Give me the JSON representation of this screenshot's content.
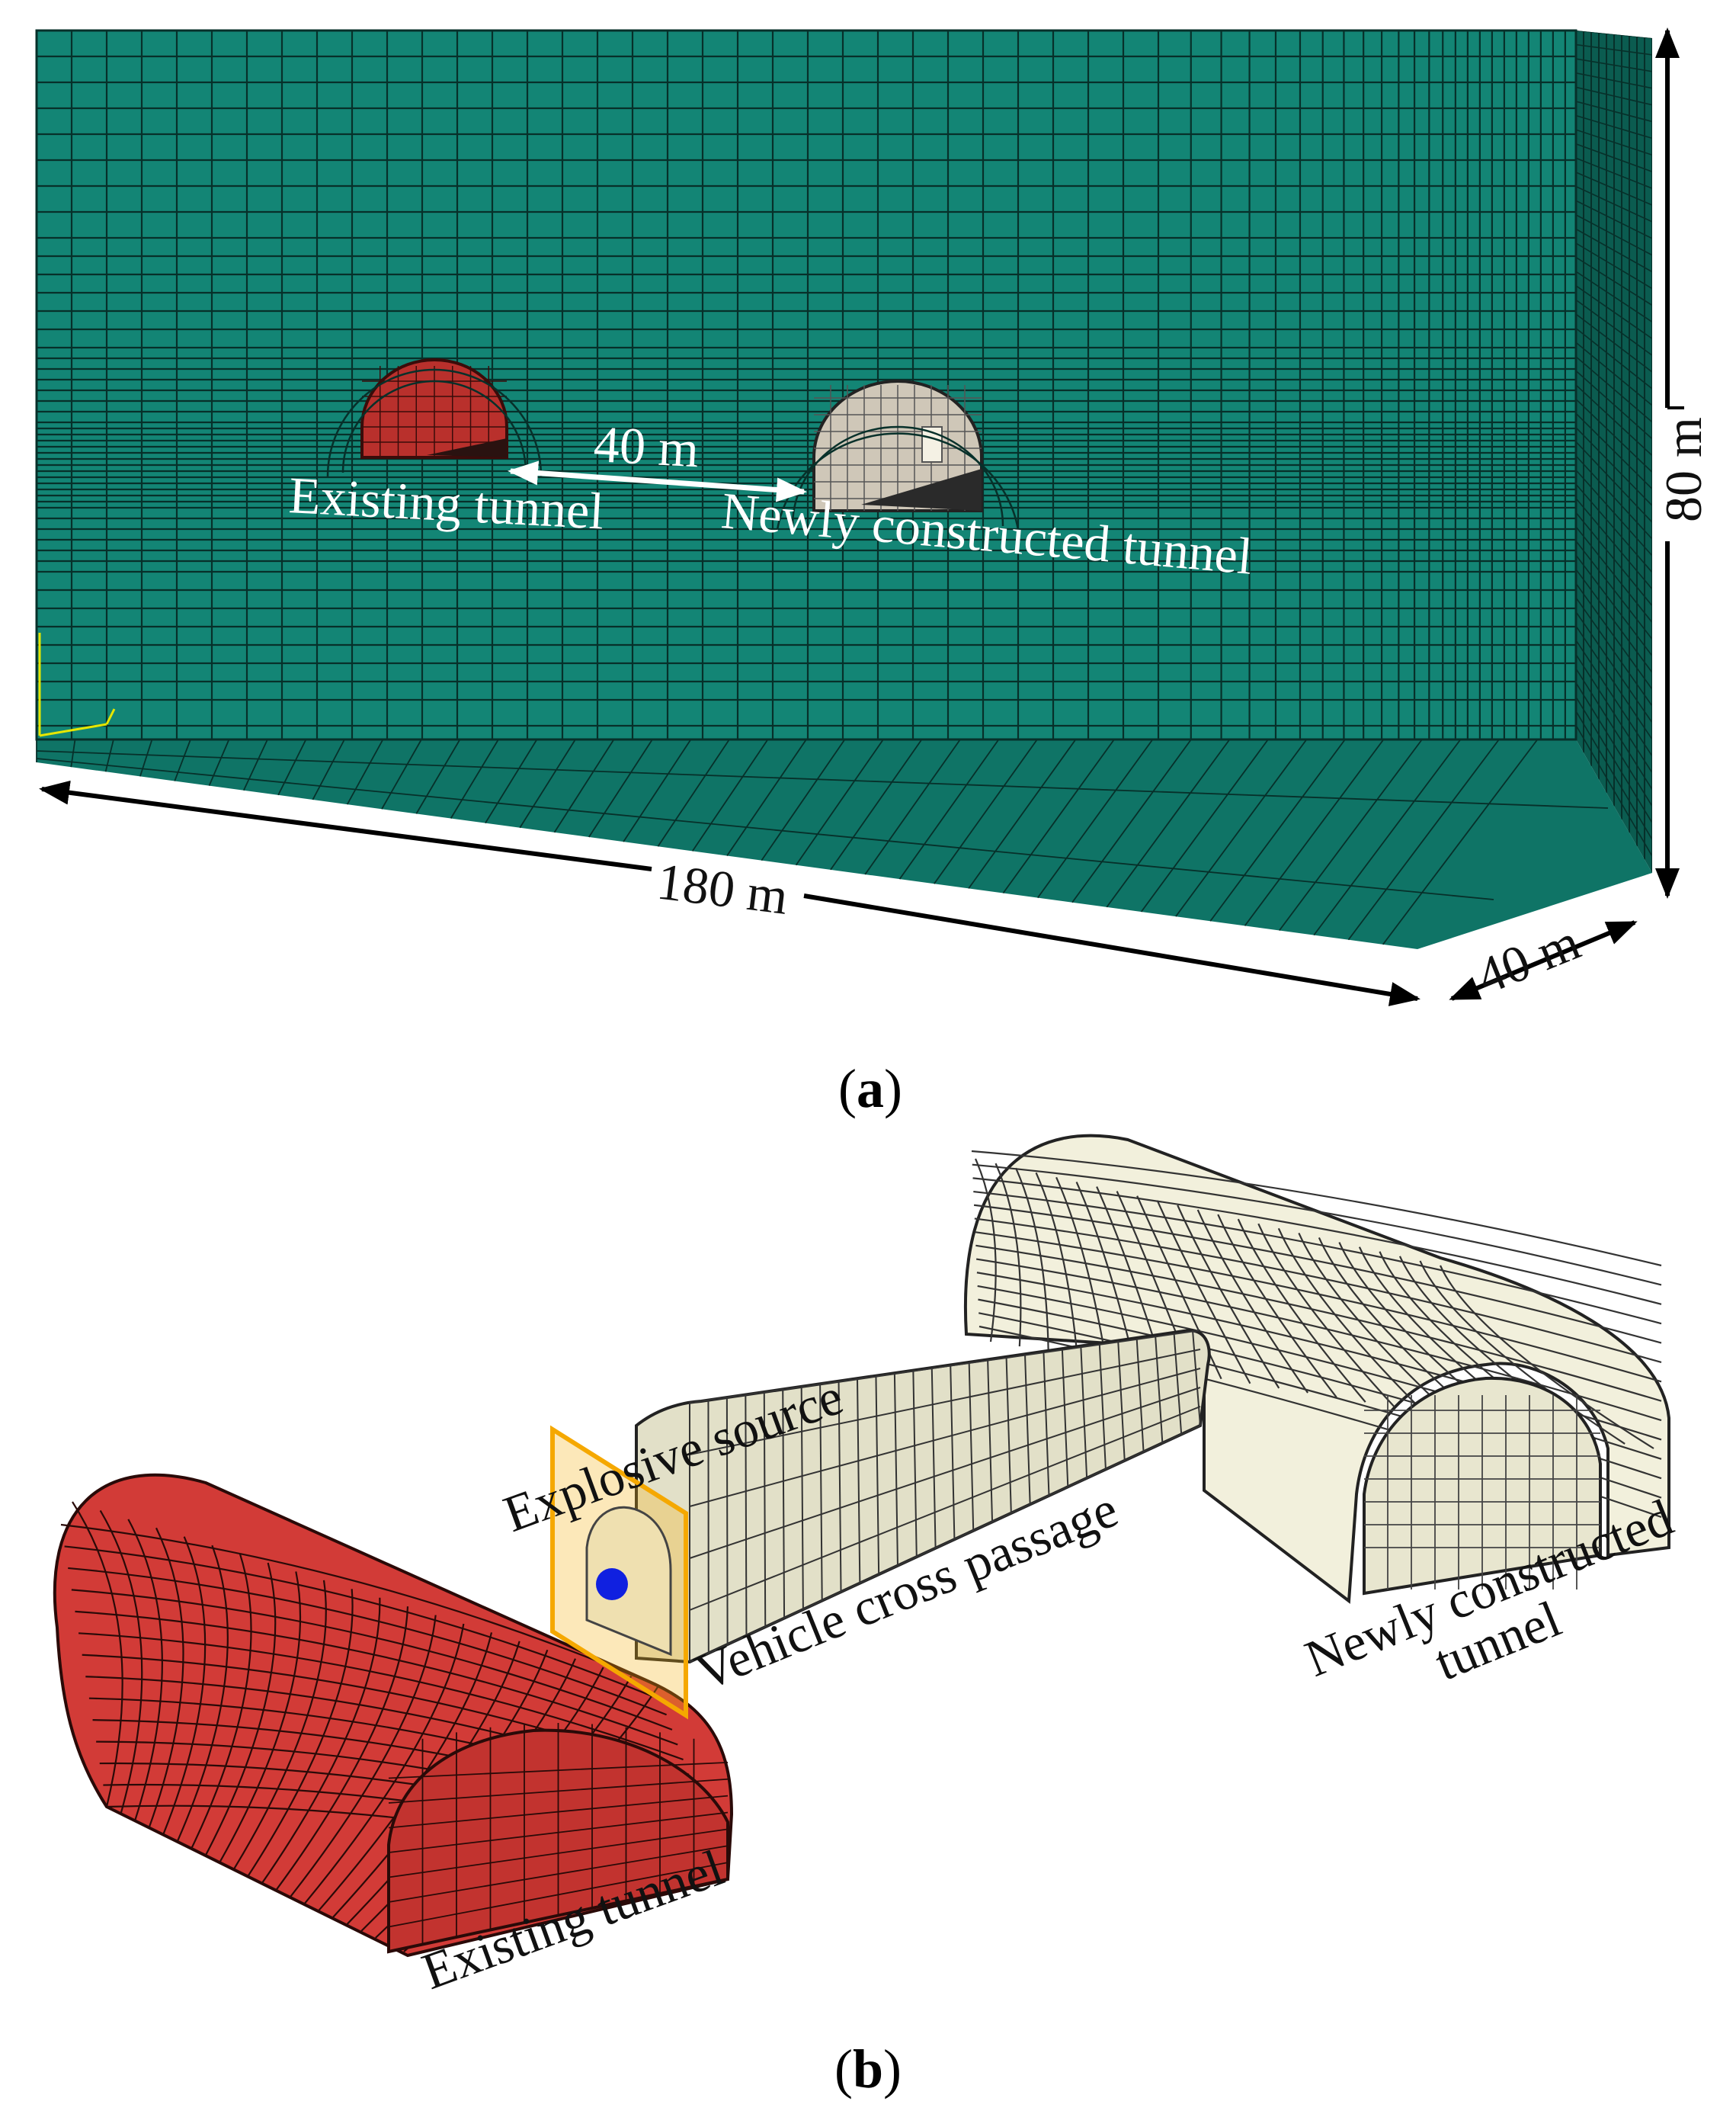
{
  "panel_a": {
    "label_letter": "a",
    "labels": {
      "existing_tunnel": "Existing tunnel",
      "new_tunnel": "Newly constructed tunnel",
      "spacing": "40 m",
      "length": "180 m",
      "height": "80 m",
      "depth": "40 m"
    }
  },
  "panel_b": {
    "label_letter": "b",
    "labels": {
      "explosive_source": "Explosive source",
      "cross_passage": "Vehicle cross passage",
      "existing_tunnel": "Existing tunnel",
      "new_tunnel_line1": "Newly constructed",
      "new_tunnel_line2": "tunnel"
    }
  },
  "colors": {
    "mesh_fill": "#138575",
    "mesh_side": "#0b5c50",
    "mesh_line": "#07302a",
    "existing_tunnel": "#d23b37",
    "new_tunnel": "#f2f0dc",
    "passage": "#e2e0c8",
    "source_plane": "#f5b217",
    "source_dot": "#1020e0"
  },
  "icons": {
    "axis_triad": "axis-triad-icon",
    "explosive_point": "dot-icon"
  }
}
